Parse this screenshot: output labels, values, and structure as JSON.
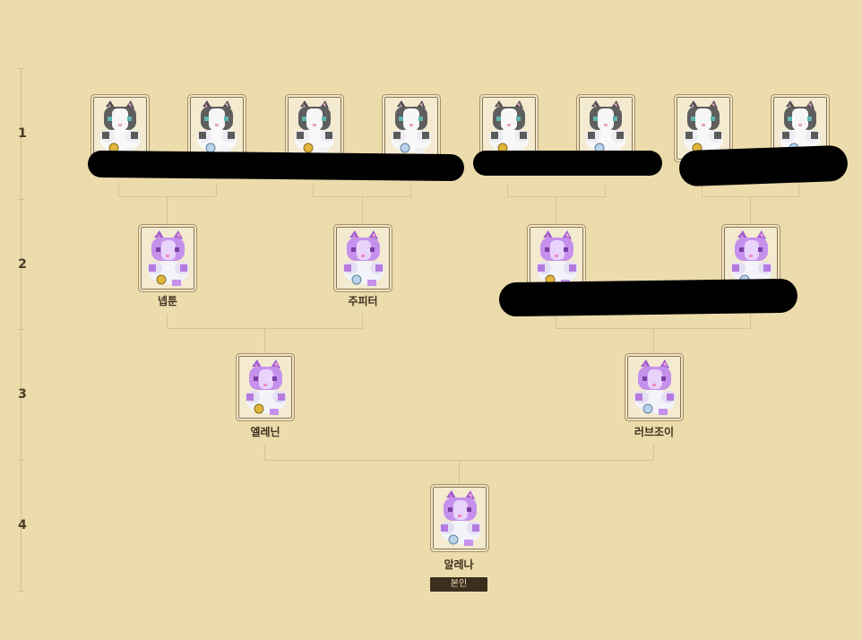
{
  "generations": [
    "1",
    "2",
    "3",
    "4"
  ],
  "gen2_names": [
    "넵툰",
    "주피터",
    "",
    ""
  ],
  "gen3_names": [
    "엘레닌",
    "러브조이"
  ],
  "self": {
    "name": "알레나",
    "badge": "본인"
  },
  "colors": {
    "background": "#ecdcab",
    "connector": "#d8c390",
    "card_frame": "#8a7451",
    "badge_bg": "#3b2e1e",
    "gray_cat": "#5a5a5a",
    "purple_cat": "#b57ae0"
  },
  "icons": {
    "gen1": "gray-cat-icon",
    "gen2": "purple-cat-icon",
    "gen3": "purple-cat-icon",
    "self": "purple-cat-icon"
  },
  "redacted_note_regions": 4
}
